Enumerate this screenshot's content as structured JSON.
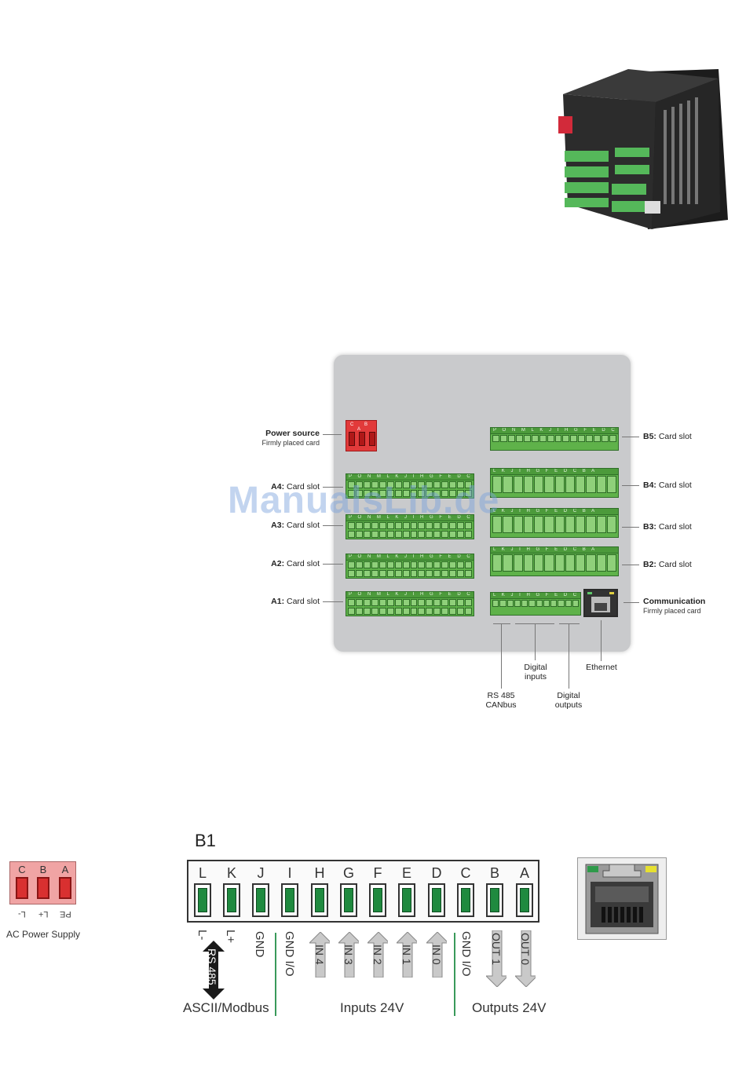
{
  "watermark": "ManualsLib.de",
  "panel": {
    "power": {
      "title": "Power source",
      "sub": "Firmly placed card",
      "letters": "C B A"
    },
    "left_slots": [
      {
        "id": "A4:",
        "label": " Card slot"
      },
      {
        "id": "A3:",
        "label": " Card slot"
      },
      {
        "id": "A2:",
        "label": " Card slot"
      },
      {
        "id": "A1:",
        "label": " Card slot"
      }
    ],
    "right_slots": [
      {
        "id": "B5:",
        "label": " Card slot"
      },
      {
        "id": "B4:",
        "label": " Card slot"
      },
      {
        "id": "B3:",
        "label": " Card slot"
      },
      {
        "id": "B2:",
        "label": " Card slot"
      }
    ],
    "strip_letters_16": "P O N M L K J I H G F E D C B A",
    "strip_letters_12": "L K J I H G F E D C B A",
    "communication": {
      "title": "Communication",
      "sub": "Firmly placed card"
    },
    "digital_inputs": "Digital inputs",
    "ethernet": "Ethernet",
    "rs485": "RS 485 CANbus",
    "digital_outputs": "Digital outputs"
  },
  "ac": {
    "letters": [
      "C",
      "B",
      "A"
    ],
    "subs": [
      "L-",
      "L+",
      "PE"
    ],
    "caption": "AC Power Supply"
  },
  "b1": {
    "title": "B1",
    "terminals": [
      "L",
      "K",
      "J",
      "I",
      "H",
      "G",
      "F",
      "E",
      "D",
      "C",
      "B",
      "A"
    ],
    "pin_labels": [
      "L-",
      "L+",
      "GND",
      "GND I/O",
      "IN 4",
      "IN 3",
      "IN 2",
      "IN 1",
      "IN 0",
      "GND I/O",
      "OUT 1",
      "OUT 0"
    ],
    "rs485": "RS 485",
    "groups": [
      "ASCII/Modbus",
      "Inputs 24V",
      "Outputs 24V"
    ]
  },
  "colors": {
    "terminal_green": "#1f8a3f",
    "strip_green": "#5fb24a",
    "power_red": "#e23a3a",
    "ac_pink": "#f0a4a4"
  }
}
